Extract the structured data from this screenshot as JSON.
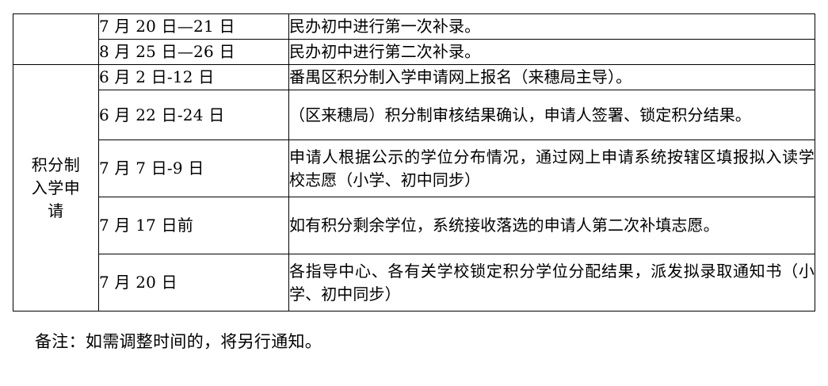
{
  "document": {
    "note": "备注：如需调整时间的，将另行通知。"
  },
  "table": {
    "row_label_merged": {
      "lines": [
        "积分制",
        "入学申",
        "请"
      ],
      "full_text": "积分制入学申请"
    },
    "rows": [
      {
        "label": "",
        "date": "7 月 20 日—21 日",
        "content": "民办初中进行第一次补录。"
      },
      {
        "label": "",
        "date": "8 月 25 日—26 日",
        "content": "民办初中进行第二次补录。"
      },
      {
        "label": "",
        "date": "6 月 2 日-12 日",
        "content": "番禺区积分制入学申请网上报名（来穗局主导）。"
      },
      {
        "label": "",
        "date": "6 月 22 日-24 日",
        "content": "（区来穗局）积分制审核结果确认，申请人签署、锁定积分结果。"
      },
      {
        "label": "",
        "date": "7 月 7 日-9 日",
        "content": "申请人根据公示的学位分布情况，通过网上申请系统按辖区填报拟入读学校志愿（小学、初中同步）"
      },
      {
        "label": "",
        "date": "7 月 17 日前",
        "content": "如有积分剩余学位，系统接收落选的申请人第二次补填志愿。"
      },
      {
        "label": "",
        "date": "7 月 20 日",
        "content": "各指导中心、各有关学校锁定积分学位分配结果，派发拟录取通知书（小学、初中同步）"
      }
    ]
  },
  "colors": {
    "text": "#000000",
    "border": "#000000",
    "background": "#ffffff"
  }
}
